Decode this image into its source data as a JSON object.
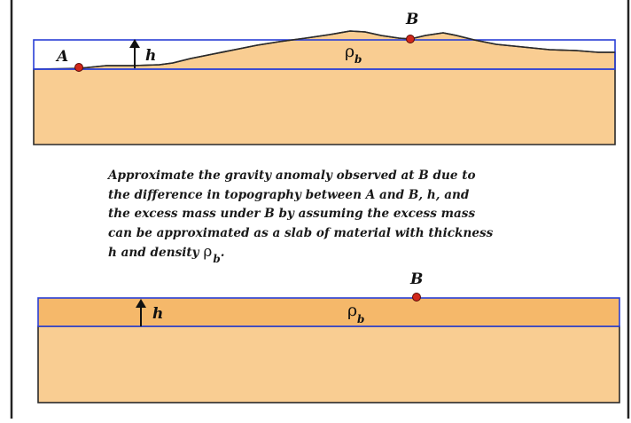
{
  "diagram": {
    "top_panel": {
      "label_point_a": "A",
      "label_point_b": "B",
      "label_height": "h",
      "label_density_symbol": "ρ",
      "label_density_subscript": "b"
    },
    "caption": {
      "lines": [
        "Approximate the gravity anomaly observed at B due to",
        "the difference in topography between A and B, h, and",
        "the excess mass under B by assuming the excess mass",
        "can be approximated as a slab of material with thickness",
        "h and density "
      ],
      "density_symbol": "ρ",
      "density_subscript": "b",
      "tail": "."
    },
    "bottom_panel": {
      "label_point_b": "B",
      "label_height": "h",
      "label_density_symbol": "ρ",
      "label_density_subscript": "b"
    },
    "colors": {
      "ground_fill": "#f9cd92",
      "slab_fill": "#f5b86a",
      "outline": "#2a2a2a",
      "slab_border": "#2a3fd6",
      "station_marker": "#d0281c"
    }
  }
}
